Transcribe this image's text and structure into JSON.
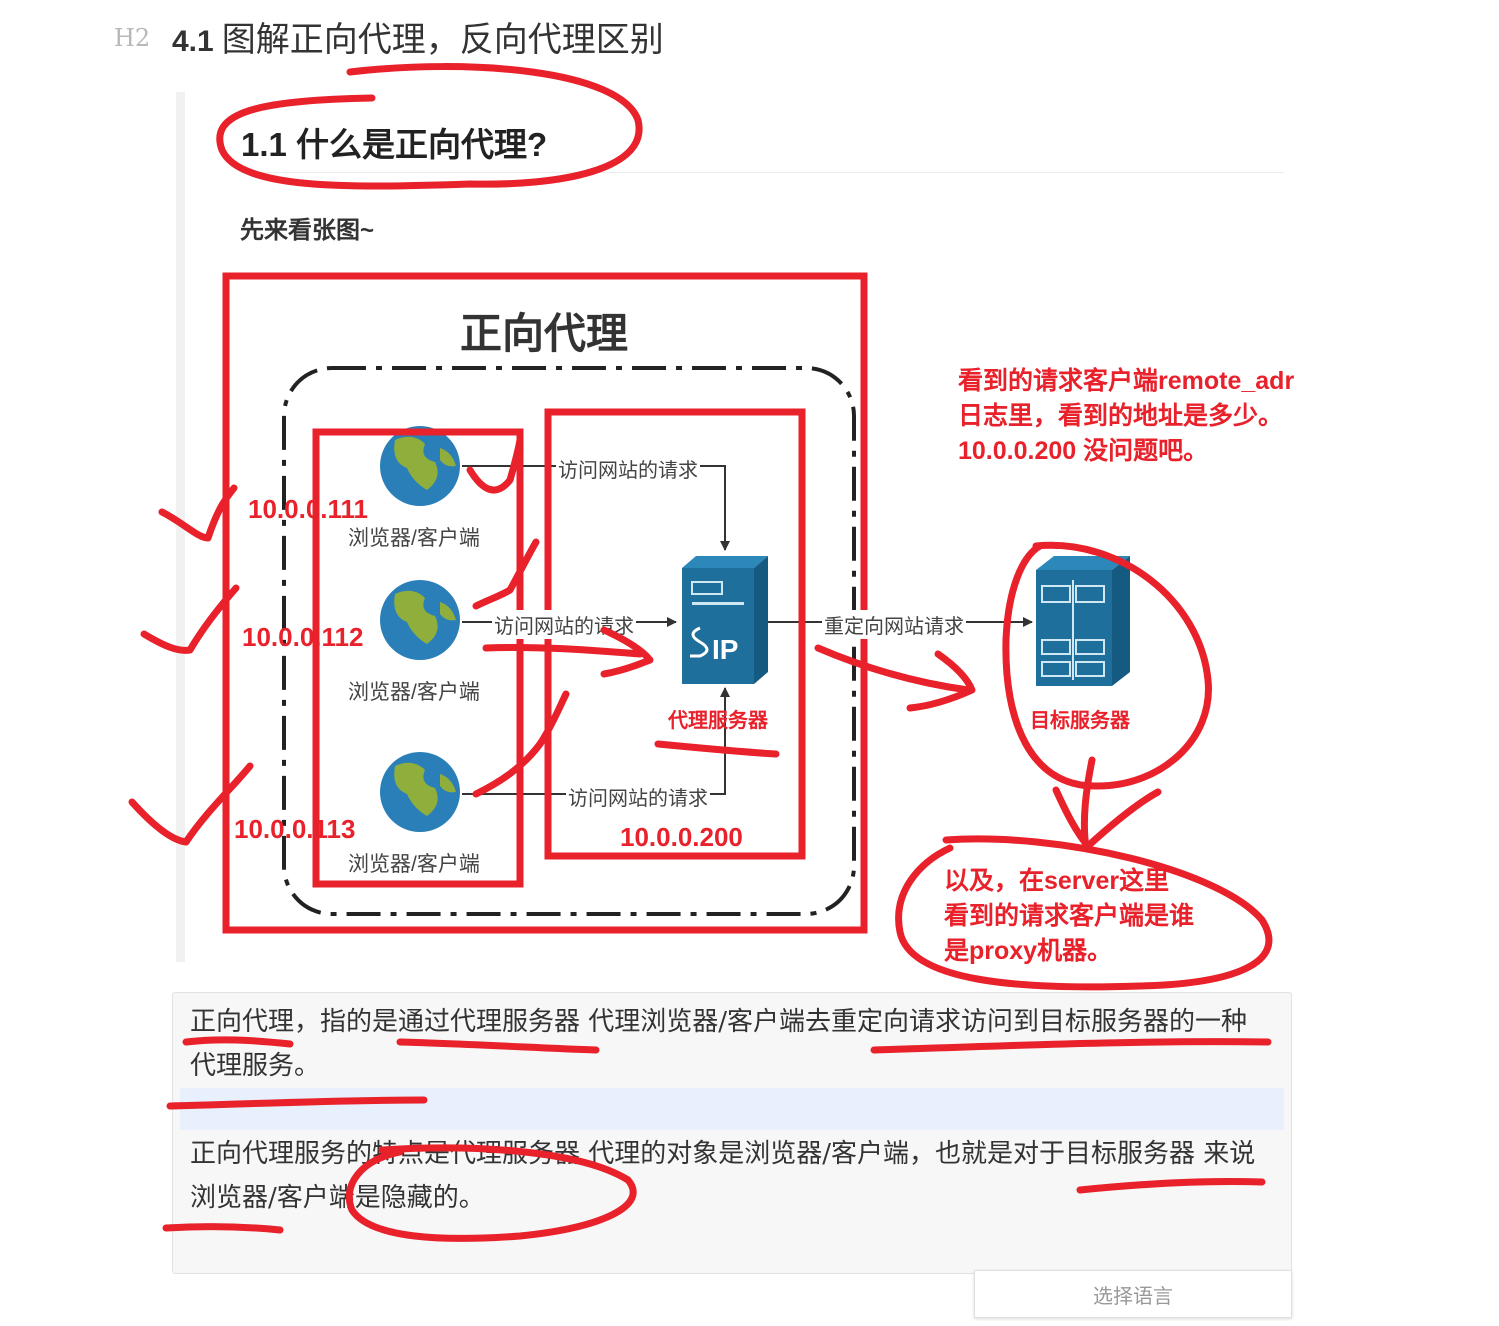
{
  "heading": {
    "level": "H2",
    "number": "4.1",
    "text": "图解正向代理，反向代理区别"
  },
  "screenshot": {
    "title": "1.1 什么是正向代理?",
    "subtitle": "先来看张图~",
    "diagram_title": "正向代理",
    "clients": [
      "浏览器/客户端",
      "浏览器/客户端",
      "浏览器/客户端"
    ],
    "requests": [
      "访问网站的请求",
      "访问网站的请求",
      "访问网站的请求"
    ],
    "proxy_label": "代理服务器",
    "proxy_icon_text": "IP",
    "redirect_label": "重定向网站请求",
    "target_label": "目标服务器"
  },
  "annotations": {
    "client_ips": [
      "10.0.0.111",
      "10.0.0.112",
      "10.0.0.113"
    ],
    "proxy_ip": "10.0.0.200",
    "note_top": [
      "看到的请求客户端remote_adr",
      "日志里，看到的地址是多少。",
      "10.0.0.200 没问题吧。"
    ],
    "note_bottom": [
      "以及，在server这里",
      "看到的请求客户端是谁",
      "是proxy机器。"
    ]
  },
  "quote": {
    "para1": "正向代理，指的是通过代理服务器 代理浏览器/客户端去重定向请求访问到目标服务器的一种代理服务。",
    "para2": "正向代理服务的特点是代理服务器 代理的对象是浏览器/客户端，也就是对于目标服务器 来说浏览器/客户端是隐藏的。"
  },
  "language_button": "选择语言",
  "colors": {
    "annotation_red": "#e8212b",
    "server_blue": "#1f6f9c",
    "globe_blue": "#2a7fb8",
    "globe_green": "#8fae3c"
  }
}
